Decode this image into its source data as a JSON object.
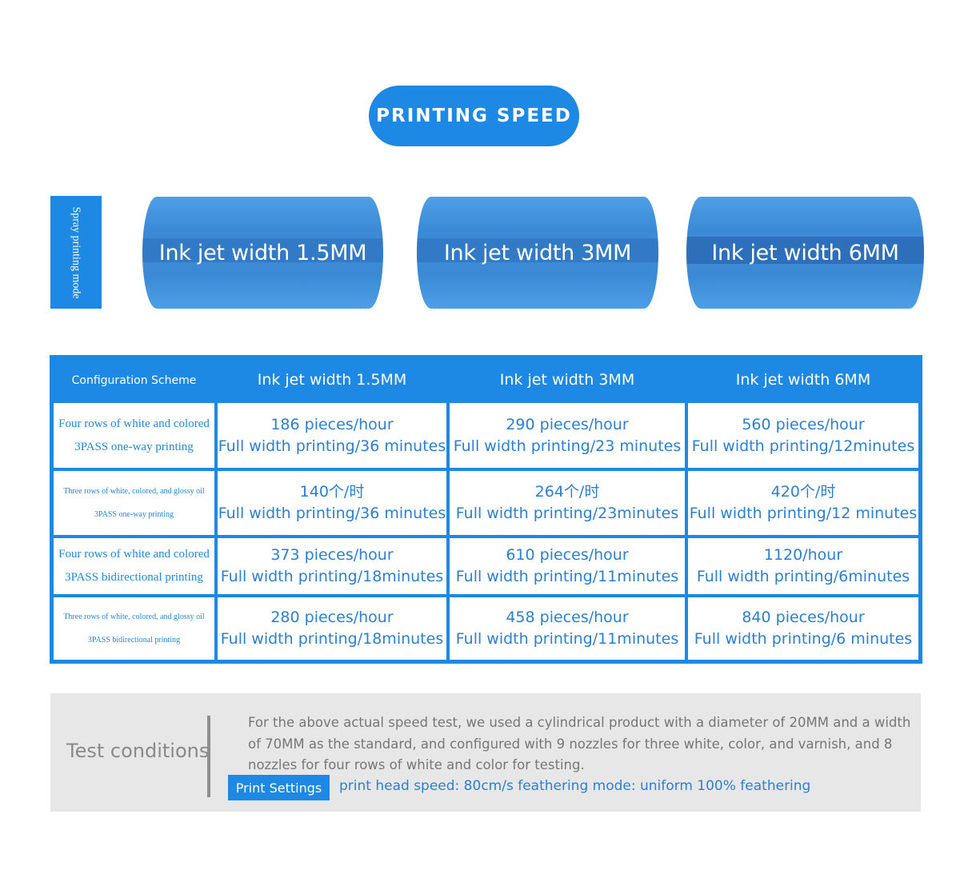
{
  "title": "PRINTING SPEED",
  "mode_label": "Spray printing mode",
  "cylinders": [
    {
      "label": "Ink jet width 1.5MM"
    },
    {
      "label": "Ink jet width 3MM"
    },
    {
      "label": "Ink jet width 6MM"
    }
  ],
  "table": {
    "headers": [
      "Configuration Scheme",
      "Ink jet width 1.5MM",
      "Ink jet width 3MM",
      "Ink jet width 6MM"
    ],
    "rows": [
      {
        "label": [
          "Four rows of white and colored",
          "3PASS one-way printing"
        ],
        "cells": [
          [
            "186 pieces/hour",
            "Full width printing/36 minutes"
          ],
          [
            "290 pieces/hour",
            "Full width printing/23 minutes"
          ],
          [
            "560 pieces/hour",
            "Full width printing/12minutes"
          ]
        ]
      },
      {
        "label": [
          "Three rows of white, colored, and glossy oil",
          "3PASS one-way printing"
        ],
        "cells": [
          [
            "140个/时",
            "Full width printing/36 minutes"
          ],
          [
            "264个/时",
            "Full width printing/23minutes"
          ],
          [
            "420个/时",
            "Full width printing/12 minutes"
          ]
        ]
      },
      {
        "label": [
          "Four rows of white and colored",
          "3PASS bidirectional printing"
        ],
        "cells": [
          [
            "373 pieces/hour",
            "Full width printing/18minutes"
          ],
          [
            "610 pieces/hour",
            "Full width printing/11minutes"
          ],
          [
            "1120/hour",
            "Full width printing/6minutes"
          ]
        ]
      },
      {
        "label": [
          "Three rows of white, colored, and glossy oil",
          "3PASS bidirectional printing"
        ],
        "cells": [
          [
            "280 pieces/hour",
            "Full width printing/18minutes"
          ],
          [
            "458 pieces/hour",
            "Full width printing/11minutes"
          ],
          [
            "840 pieces/hour",
            "Full width printing/6 minutes"
          ]
        ]
      }
    ]
  },
  "test_conditions": {
    "heading": "Test conditions",
    "paragraph": "For the above actual speed test, we used a cylindrical product with a diameter of 20MM and a width of 70MM as the standard, and configured with 9 nozzles for three white, color, and varnish, and 8 nozzles for four rows of white and color for testing.",
    "settings_button": "Print Settings",
    "settings_text": "print head speed: 80cm/s feathering mode: uniform 100% feathering"
  },
  "colors": {
    "accent": "#1e88e5",
    "panel": "#e7e7e7",
    "text_blue": "#2a7fd6"
  }
}
